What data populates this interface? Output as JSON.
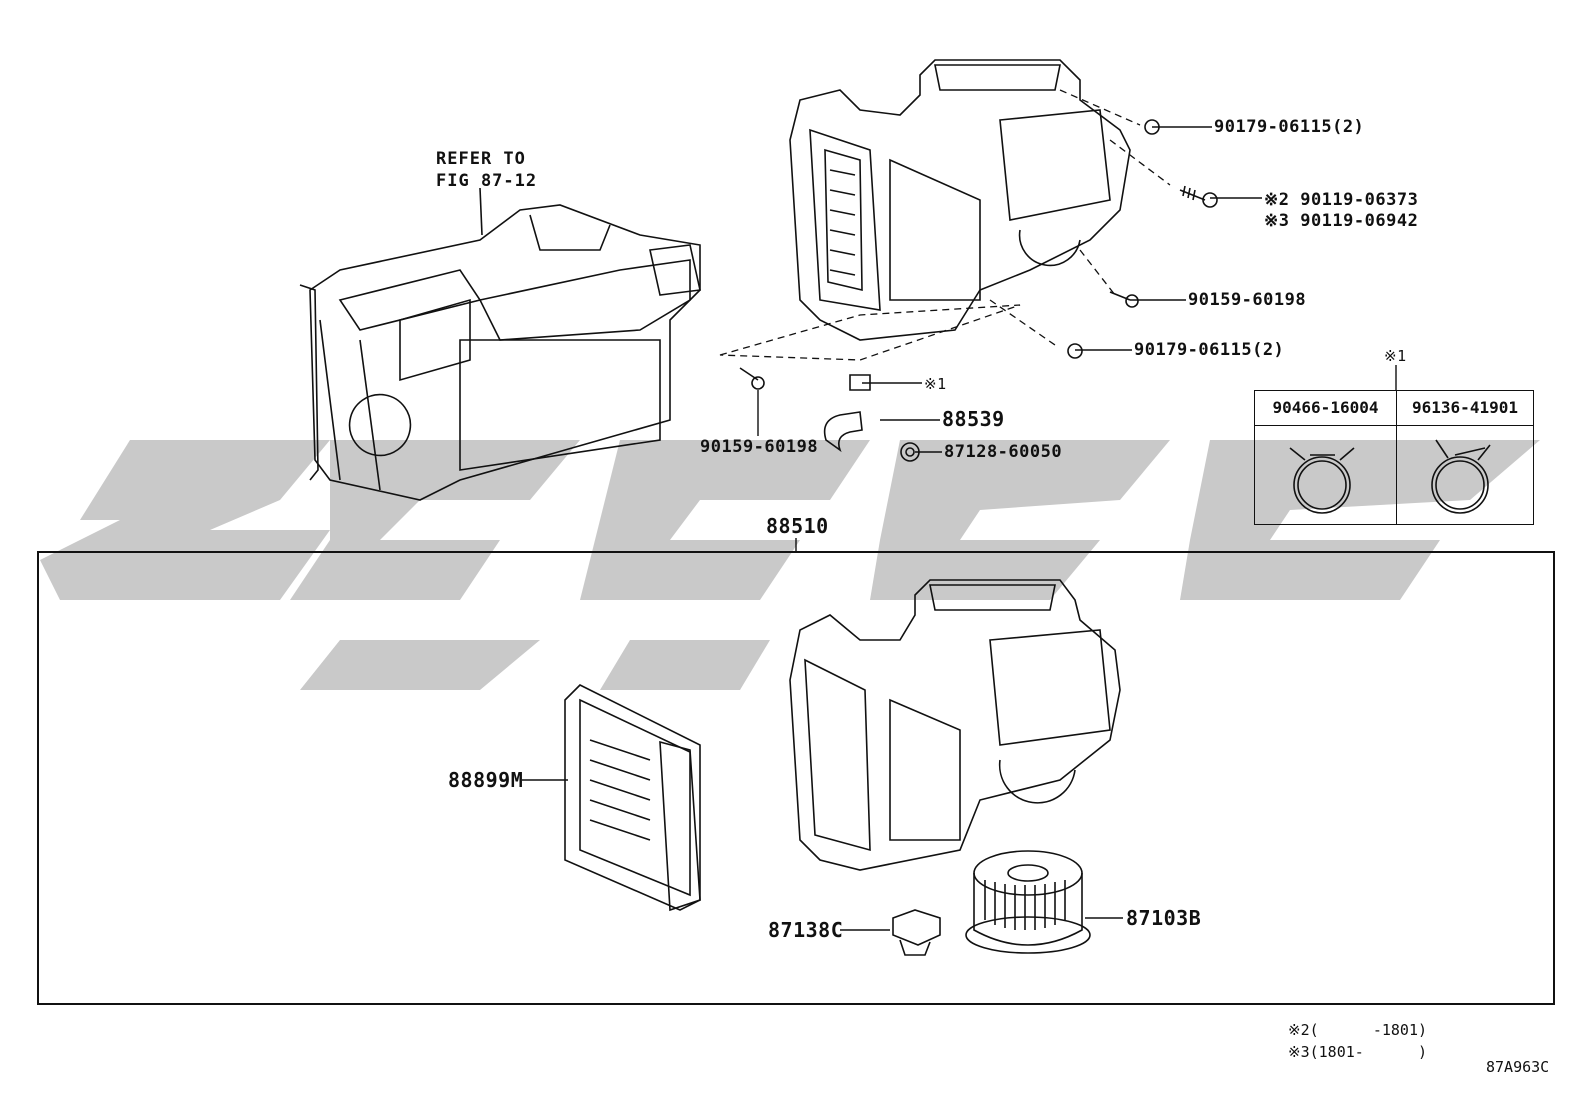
{
  "refer": {
    "line1": "REFER TO",
    "line2": "FIG 87-12"
  },
  "parts": {
    "p1": "90179-06115(2)",
    "p2_line1": "※2 90119-06373",
    "p2_line2": "※3 90119-06942",
    "p3": "90159-60198",
    "p4": "90179-06115(2)",
    "p5": "90159-60198",
    "p6": "※1",
    "p7": "88539",
    "p8": "87128-60050",
    "p9": "88510",
    "p10": "88899M",
    "p11": "87138C",
    "p12": "87103B"
  },
  "table": {
    "marker": "※1",
    "col1": "90466-16004",
    "col2": "96136-41901"
  },
  "footnotes": {
    "n2": "※2(      -1801)",
    "n3": "※3(1801-      )"
  },
  "figure_id": "87A963C",
  "colors": {
    "watermark": "#c9c9c9",
    "ink": "#111111"
  }
}
